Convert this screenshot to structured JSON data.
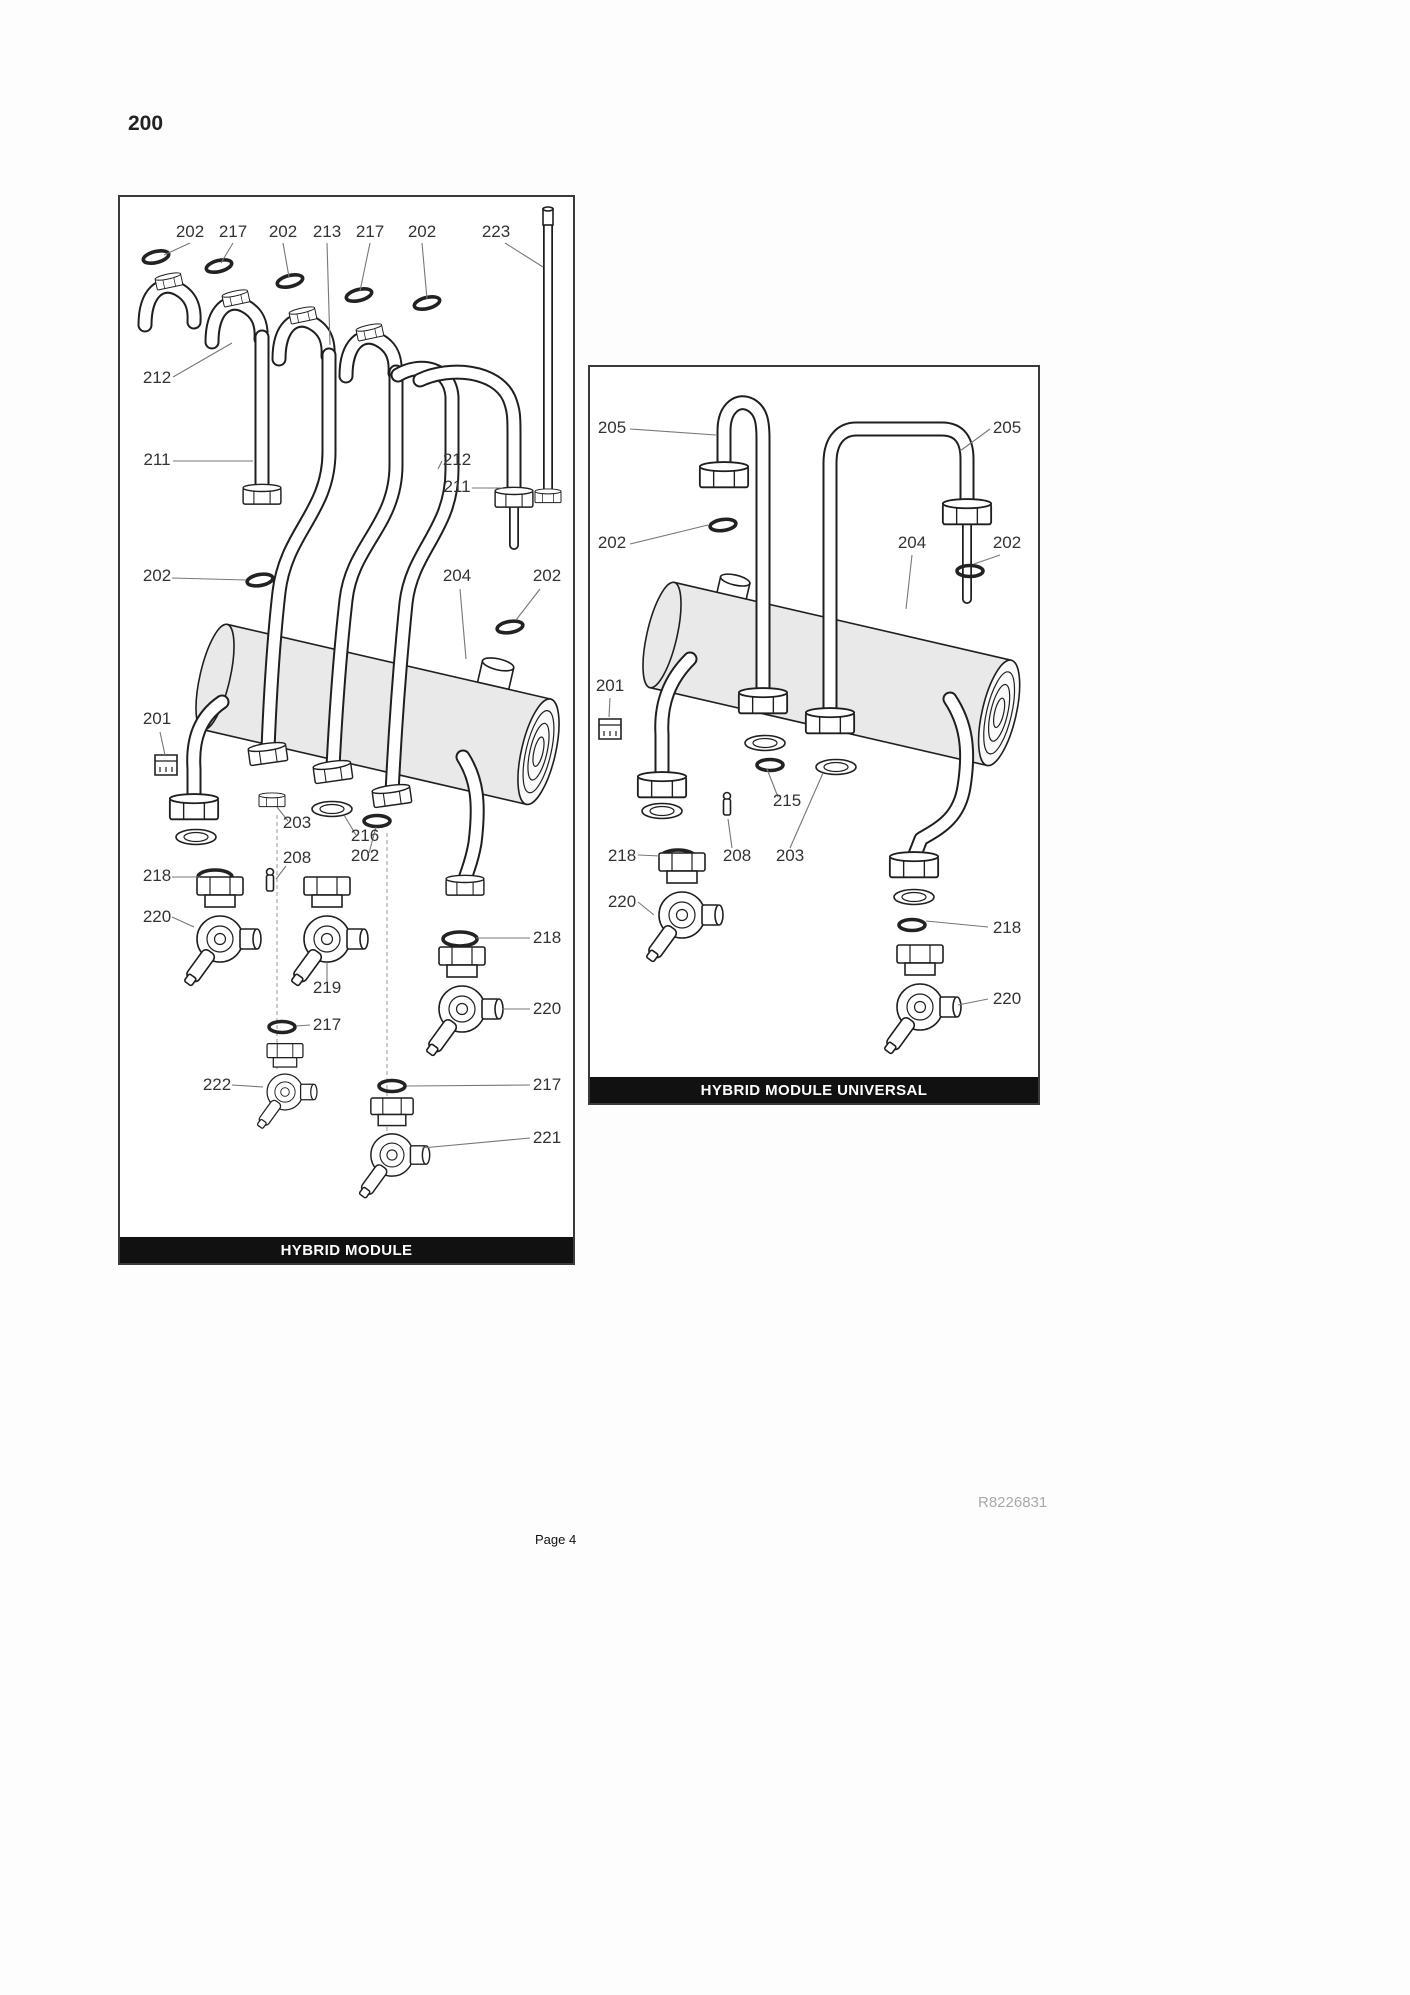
{
  "page": {
    "number": "200",
    "footer": "Page 4",
    "doc_ref": "R8226831"
  },
  "panels": [
    {
      "title": "HYBRID MODULE",
      "callouts": [
        "202",
        "217",
        "202",
        "213",
        "217",
        "202",
        "223",
        "212",
        "211",
        "212",
        "211",
        "202",
        "204",
        "202",
        "201",
        "203",
        "216",
        "208",
        "202",
        "218",
        "220",
        "219",
        "218",
        "220",
        "217",
        "222",
        "217",
        "221"
      ]
    },
    {
      "title": "HYBRID MODULE UNIVERSAL",
      "callouts": [
        "205",
        "205",
        "202",
        "204",
        "202",
        "201",
        "215",
        "218",
        "208",
        "203",
        "220",
        "218",
        "220"
      ]
    }
  ],
  "colors": {
    "background": "#fdfdfd",
    "panel_border": "#3a3a3a",
    "title_bar_bg": "#111111",
    "title_bar_text": "#ffffff",
    "line": "#1f1f1f",
    "shell": "#e9e9e9",
    "label": "#333333"
  }
}
